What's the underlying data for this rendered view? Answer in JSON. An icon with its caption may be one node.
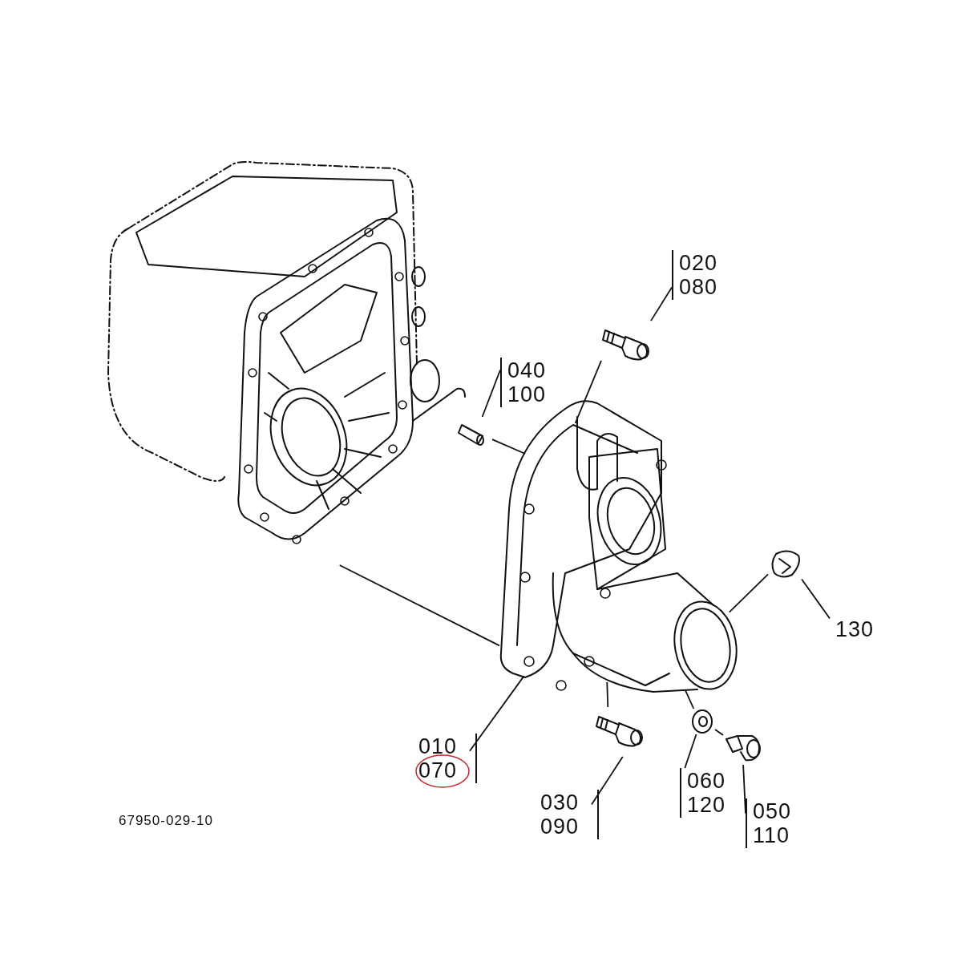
{
  "diagram": {
    "nodes": [
      {
        "text": [],
        "shape": "picture"
      },
      {
        "text": [],
        "shape": "picture"
      },
      {
        "text": [],
        "shape": "picture"
      },
      {
        "text": [],
        "shape": "picture"
      },
      {
        "text": [],
        "shape": "picture"
      },
      {
        "text": [],
        "shape": "picture"
      },
      {
        "text": [],
        "shape": "picture"
      },
      {
        "text": [],
        "shape": "picture"
      },
      {
        "text": [
          "020",
          "080"
        ]
      },
      {
        "text": [
          "040",
          "100"
        ]
      },
      {
        "text": [
          "130"
        ]
      },
      {
        "text": [
          "010",
          "070"
        ]
      },
      {
        "text": [
          "030",
          "090"
        ]
      },
      {
        "text": [
          "060",
          "120"
        ]
      },
      {
        "text": [
          "050",
          "110"
        ]
      }
    ],
    "edges": [
      {
        "from": 8,
        "to": 2,
        "arrow": "none"
      },
      {
        "from": 9,
        "to": 3,
        "arrow": "none"
      },
      {
        "from": 10,
        "to": 4,
        "arrow": "none"
      },
      {
        "from": 11,
        "to": 1,
        "arrow": "none"
      },
      {
        "from": 12,
        "to": 5,
        "arrow": "none"
      },
      {
        "from": 13,
        "to": 6,
        "arrow": "none"
      },
      {
        "from": 14,
        "to": 7,
        "arrow": "none"
      },
      {
        "from": 0,
        "to": 1,
        "arrow": "none"
      },
      {
        "from": 2,
        "to": 1,
        "arrow": "none"
      },
      {
        "from": 3,
        "to": 1,
        "arrow": "none"
      },
      {
        "from": 4,
        "to": 1,
        "arrow": "none"
      },
      {
        "from": 5,
        "to": 1,
        "arrow": "none"
      },
      {
        "from": 6,
        "to": 1,
        "arrow": "none"
      },
      {
        "from": 7,
        "to": 6,
        "arrow": "none"
      }
    ],
    "labels": [
      "67950-029-10"
    ]
  }
}
